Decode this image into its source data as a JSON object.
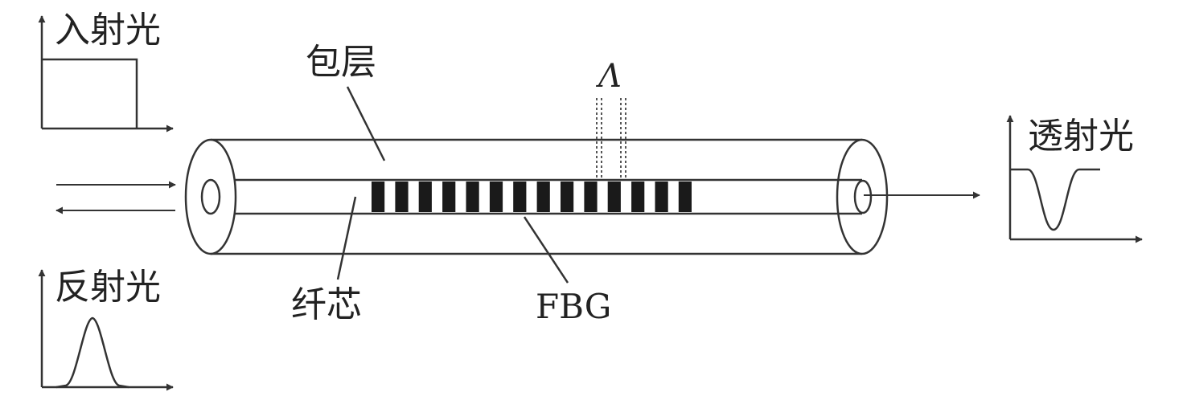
{
  "labels": {
    "incident_light": "入射光",
    "reflected_light": "反射光",
    "transmitted_light": "透射光",
    "cladding": "包层",
    "core": "纤芯",
    "fbg": "FBG",
    "period": "Λ"
  },
  "grating": {
    "dark_bar_count": 14
  },
  "colors": {
    "stroke": "#333333",
    "grating": "#1a1a1a",
    "text": "#222222"
  }
}
